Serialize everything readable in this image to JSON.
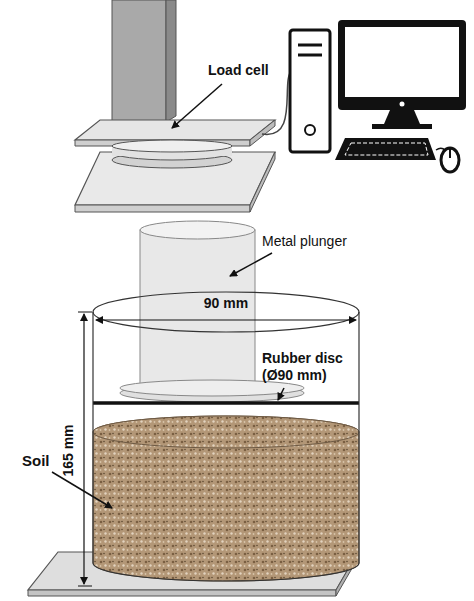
{
  "diagram": {
    "labels": [
      "Load cell",
      "Metal plunger",
      "90 mm",
      "Rubber disc (Ø90 mm)",
      "165 mm",
      "Soil"
    ]
  }
}
